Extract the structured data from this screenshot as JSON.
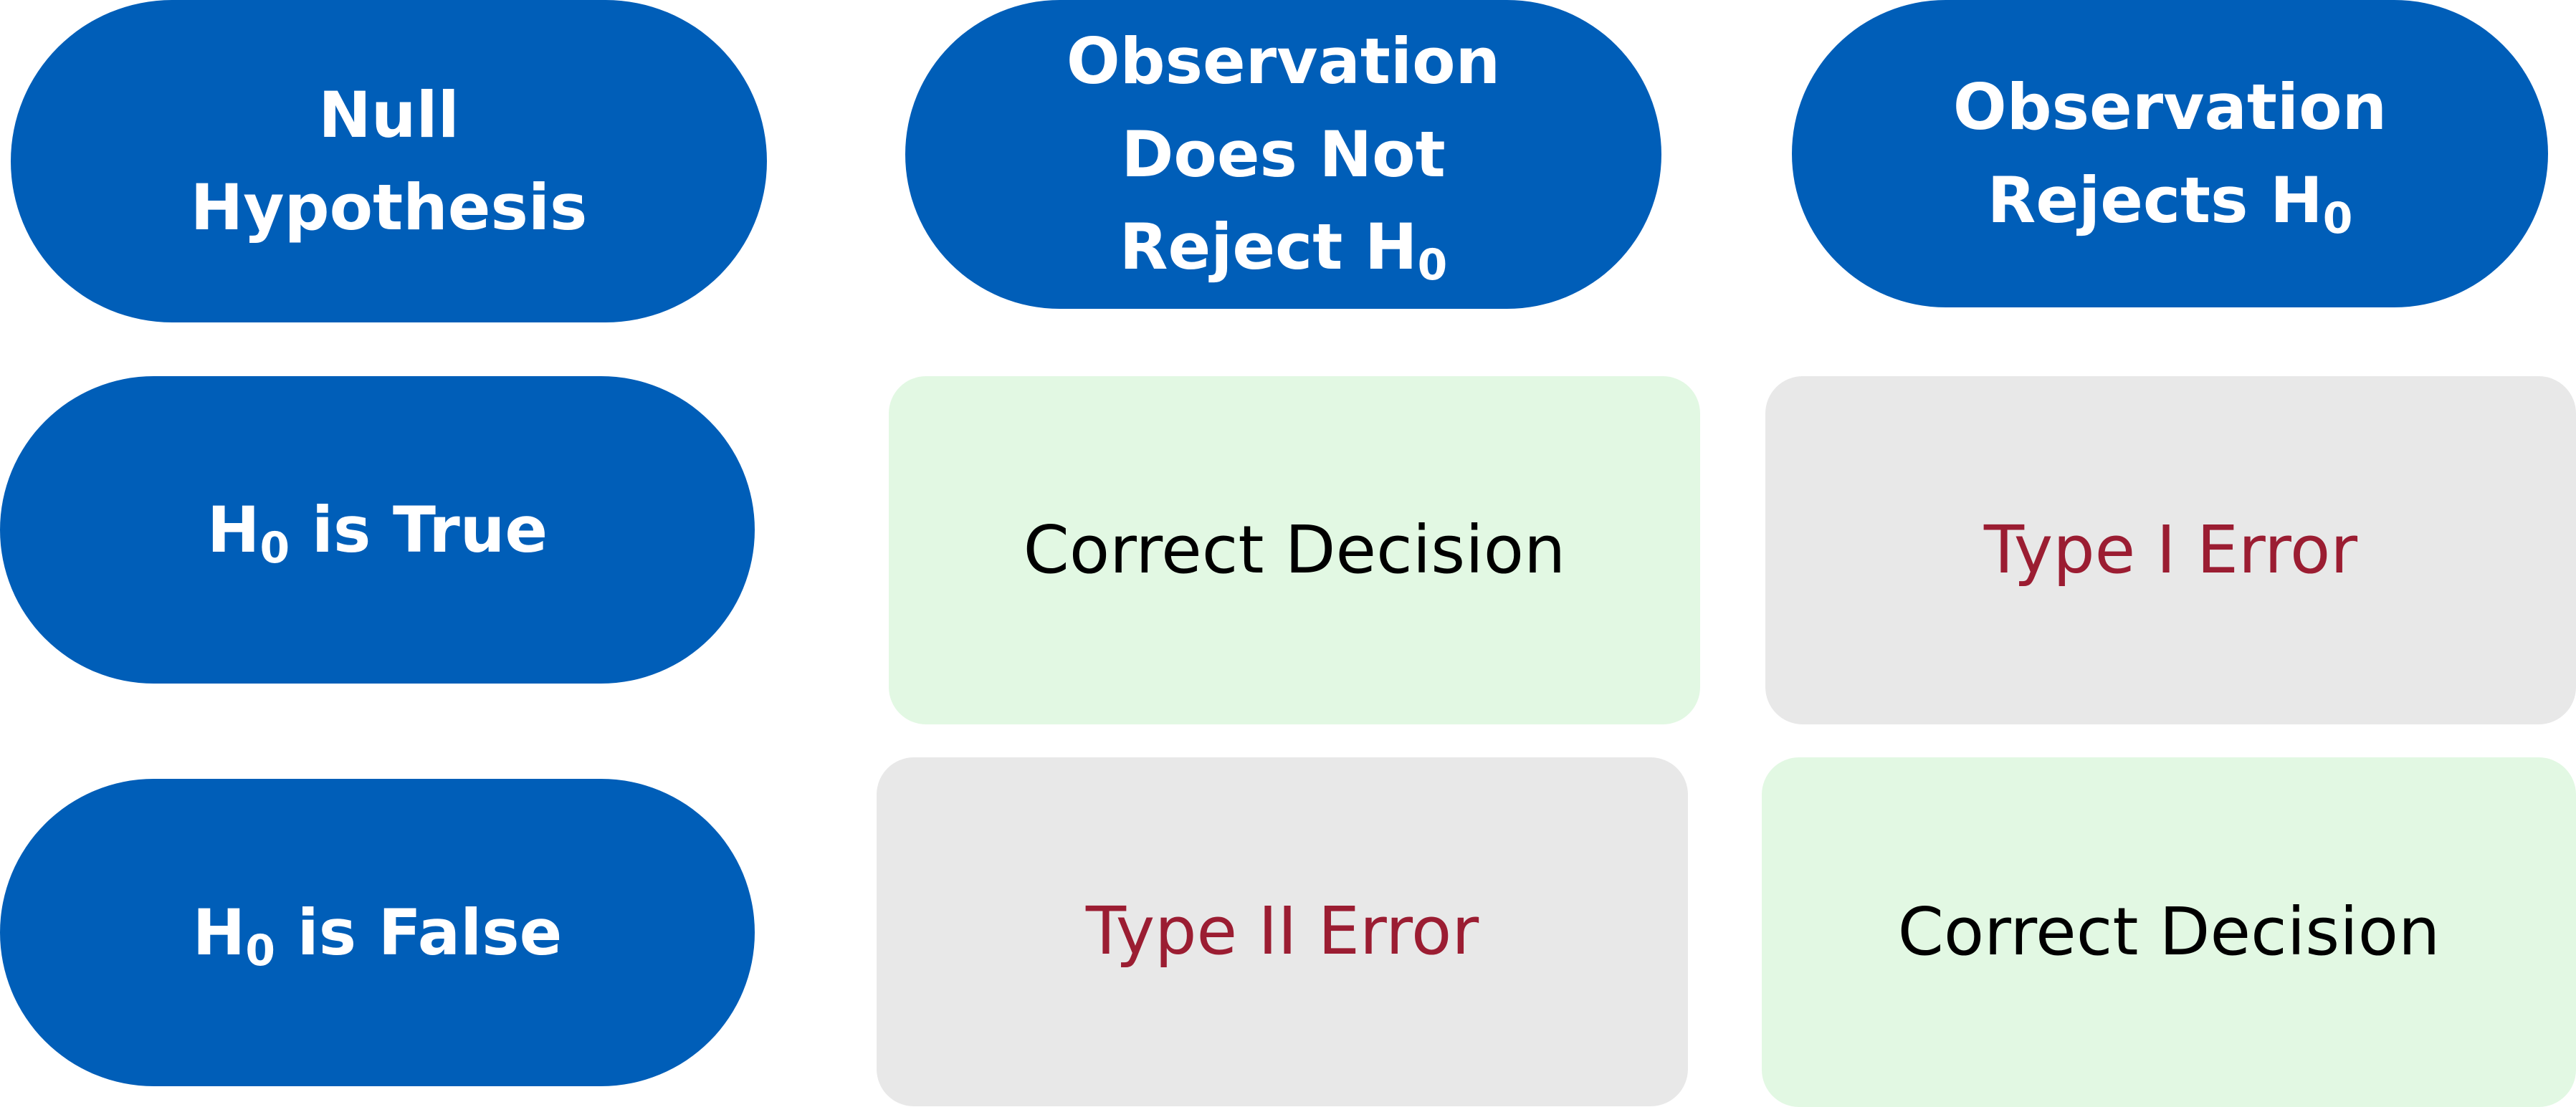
{
  "colors": {
    "header_fill": "#005eb8",
    "header_text": "#ffffff",
    "correct_fill": "#e2f8e3",
    "correct_text": "#000000",
    "error_fill": "#e8e8e8",
    "error_text": "#9b1d32",
    "background": "#ffffff"
  },
  "header": {
    "null_hypothesis": [
      "Null",
      "Hypothesis"
    ],
    "does_not_reject": {
      "line1": "Observation",
      "line2": "Does Not",
      "line3_prefix": "Reject H",
      "line3_sub": "0"
    },
    "rejects": {
      "line1": "Observation",
      "line2_prefix": "Rejects H",
      "line2_sub": "0"
    }
  },
  "rows": {
    "h0_true": {
      "prefix": "H",
      "sub": "0",
      "suffix": " is True"
    },
    "h0_false": {
      "prefix": "H",
      "sub": "0",
      "suffix": " is False"
    }
  },
  "cells": {
    "true_not_reject": {
      "label": "Correct Decision",
      "kind": "correct"
    },
    "true_reject": {
      "label": "Type I Error",
      "kind": "error"
    },
    "false_not_reject": {
      "label": "Type II Error",
      "kind": "error"
    },
    "false_reject": {
      "label": "Correct Decision",
      "kind": "correct"
    }
  }
}
